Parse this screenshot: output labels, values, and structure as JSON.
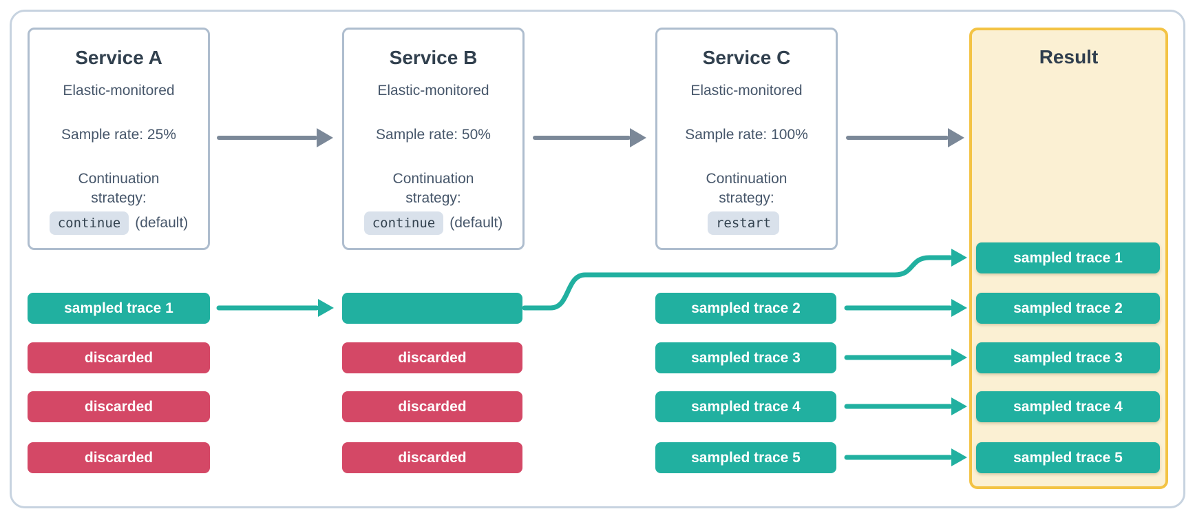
{
  "colors": {
    "sampled_teal": "#21b0a0",
    "discarded_red": "#d44866",
    "result_border_gold": "#f3c344",
    "result_bg_cream": "#fbf0d3",
    "service_border": "#aebdce",
    "outer_border": "#c7d3e0",
    "arrow_gray": "#7b8898",
    "title_text": "#31404e",
    "body_text": "#46566a",
    "code_chip_bg": "#d9e1eb"
  },
  "services": [
    {
      "title": "Service A",
      "subtitle": "Elastic-monitored",
      "sample_rate": "Sample rate: 25%",
      "continuation_line1": "Continuation",
      "continuation_line2": "strategy:",
      "strategy_code": "continue",
      "strategy_suffix": "(default)"
    },
    {
      "title": "Service B",
      "subtitle": "Elastic-monitored",
      "sample_rate": "Sample rate: 50%",
      "continuation_line1": "Continuation",
      "continuation_line2": "strategy:",
      "strategy_code": "continue",
      "strategy_suffix": "(default)"
    },
    {
      "title": "Service C",
      "subtitle": "Elastic-monitored",
      "sample_rate": "Sample rate: 100%",
      "continuation_line1": "Continuation",
      "continuation_line2": "strategy:",
      "strategy_code": "restart",
      "strategy_suffix": ""
    }
  ],
  "trace_columns": [
    {
      "service": "Service A",
      "chips": [
        {
          "label": "sampled trace 1",
          "type": "sampled"
        },
        {
          "label": "discarded",
          "type": "discarded"
        },
        {
          "label": "discarded",
          "type": "discarded"
        },
        {
          "label": "discarded",
          "type": "discarded"
        }
      ]
    },
    {
      "service": "Service B",
      "chips": [
        {
          "label": "",
          "type": "sampled"
        },
        {
          "label": "discarded",
          "type": "discarded"
        },
        {
          "label": "discarded",
          "type": "discarded"
        },
        {
          "label": "discarded",
          "type": "discarded"
        }
      ]
    },
    {
      "service": "Service C",
      "chips": [
        {
          "label": "sampled trace 2",
          "type": "sampled"
        },
        {
          "label": "sampled trace 3",
          "type": "sampled"
        },
        {
          "label": "sampled trace 4",
          "type": "sampled"
        },
        {
          "label": "sampled trace 5",
          "type": "sampled"
        }
      ]
    }
  ],
  "result": {
    "title": "Result",
    "chips": [
      "sampled trace 1",
      "sampled trace 2",
      "sampled trace 3",
      "sampled trace 4",
      "sampled trace 5"
    ]
  }
}
